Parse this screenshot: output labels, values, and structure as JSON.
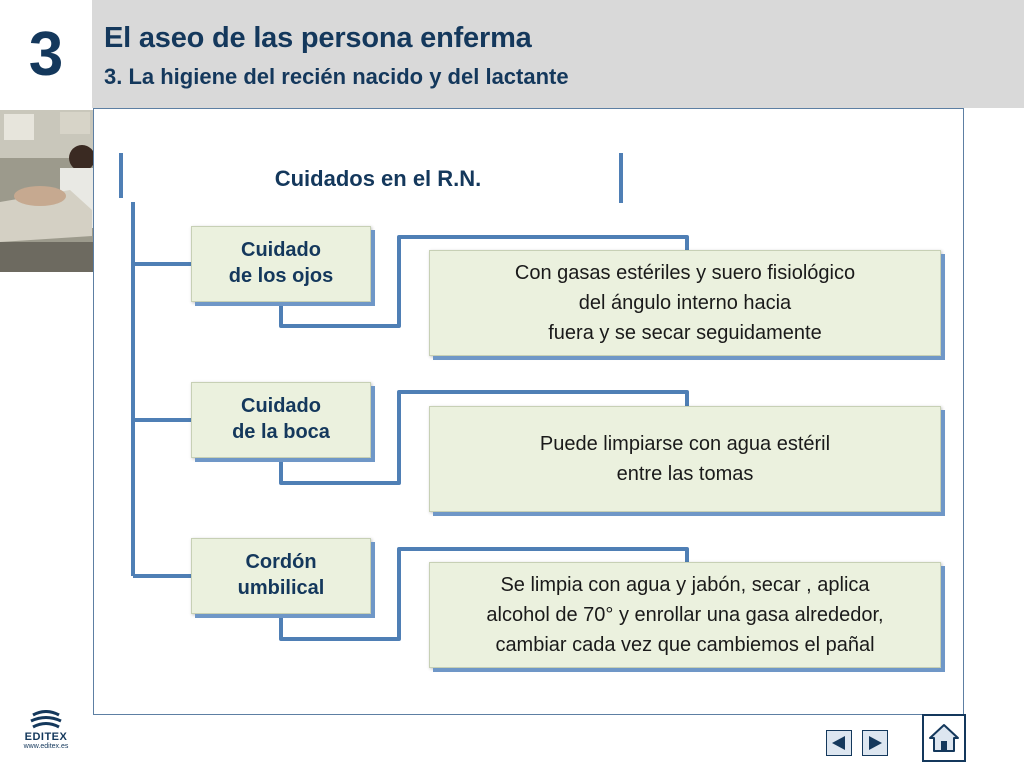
{
  "chapter": {
    "number": "3"
  },
  "header": {
    "title": "El aseo de las persona enferma",
    "subtitle": "3. La higiene del recién nacido y del lactante"
  },
  "diagram": {
    "title": "Cuidados en el R.N.",
    "items": [
      {
        "label": "Cuidado\nde los ojos",
        "description": "Con gasas estériles y suero fisiológico\ndel ángulo interno hacia\nfuera y se secar seguidamente"
      },
      {
        "label": "Cuidado\nde la boca",
        "description": "Puede limpiarse con agua estéril\nentre las tomas"
      },
      {
        "label": "Cordón\numbilical",
        "description": "Se limpia con agua y jabón, secar , aplica\nalcohol de 70° y enrollar  una gasa alrededor,\ncambiar cada vez que cambiemos el pañal"
      }
    ]
  },
  "logo": {
    "brand": "EDITEX",
    "url": "www.editex.es"
  },
  "nav": {
    "prev_icon": "triangle-left-icon",
    "next_icon": "triangle-right-icon",
    "home_icon": "home-icon"
  },
  "colors": {
    "accent": "#14385c",
    "box_fill": "#ebf1de",
    "connector": "#4f7fb5",
    "header_bg": "#d9d9d9"
  }
}
